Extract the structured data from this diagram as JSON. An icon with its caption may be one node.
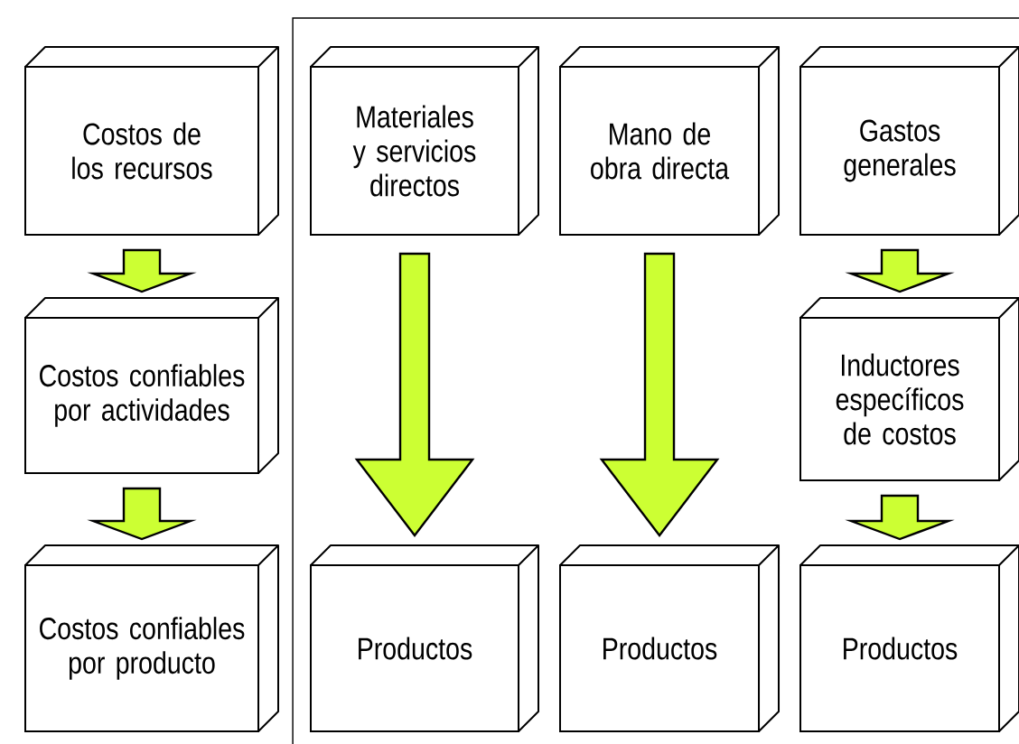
{
  "diagram": {
    "nodes": [
      {
        "text": [
          "Costos de los recursos"
        ]
      },
      {
        "text": [
          "Materiales y servicios directos"
        ]
      },
      {
        "text": [
          "Mano de obra directa"
        ]
      },
      {
        "text": [
          "Gastos generales"
        ]
      },
      {
        "text": [
          "Costos confiables por actividades"
        ]
      },
      {
        "text": [
          "Inductores específicos de costos"
        ]
      },
      {
        "text": [
          "Costos confiables por producto"
        ]
      },
      {
        "text": [
          "Productos"
        ]
      },
      {
        "text": [
          "Productos"
        ]
      },
      {
        "text": [
          "Productos"
        ]
      }
    ],
    "edges": [
      {
        "from": 0,
        "to": 4,
        "arrow": "to"
      },
      {
        "from": 4,
        "to": 6,
        "arrow": "to"
      },
      {
        "from": 1,
        "to": 7,
        "arrow": "to"
      },
      {
        "from": 2,
        "to": 8,
        "arrow": "to"
      },
      {
        "from": 3,
        "to": 5,
        "arrow": "to"
      },
      {
        "from": 5,
        "to": 9,
        "arrow": "to"
      }
    ]
  }
}
